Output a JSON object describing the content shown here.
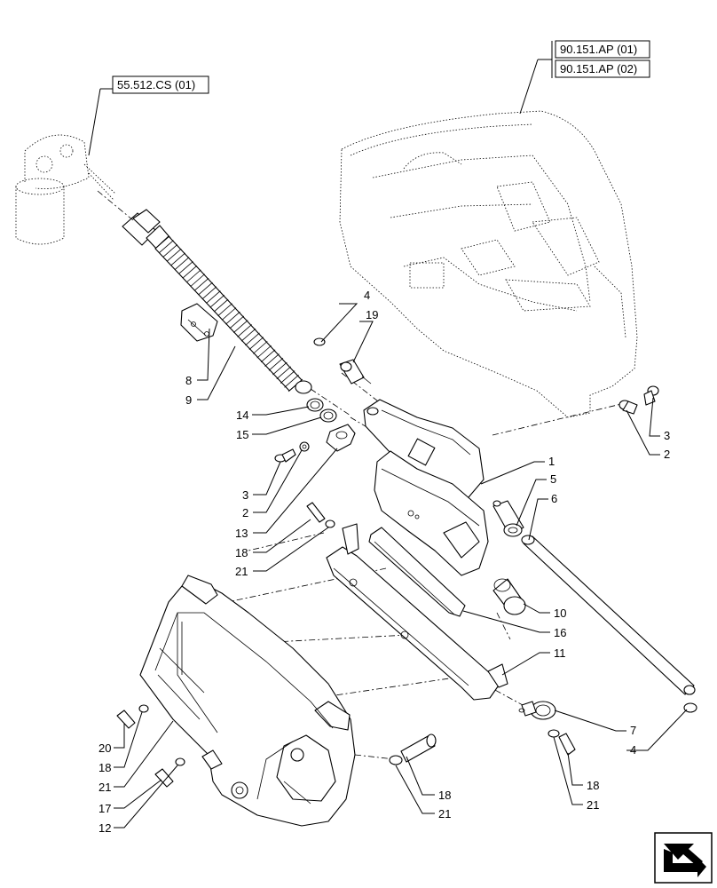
{
  "references": [
    {
      "id": "ref-55512",
      "text": "55.512.CS (01)"
    },
    {
      "id": "ref-90151-1",
      "text": "90.151.AP (01)"
    },
    {
      "id": "ref-90151-2",
      "text": "90.151.AP (02)"
    }
  ],
  "callouts": [
    {
      "key": "c4a",
      "text": "4"
    },
    {
      "key": "c19",
      "text": "19"
    },
    {
      "key": "c8",
      "text": "8"
    },
    {
      "key": "c9",
      "text": "9"
    },
    {
      "key": "c14",
      "text": "14"
    },
    {
      "key": "c15",
      "text": "15"
    },
    {
      "key": "c3a",
      "text": "3"
    },
    {
      "key": "c2a",
      "text": "2"
    },
    {
      "key": "c13",
      "text": "13"
    },
    {
      "key": "c18a",
      "text": "18"
    },
    {
      "key": "c21a",
      "text": "21"
    },
    {
      "key": "c1",
      "text": "1"
    },
    {
      "key": "c5",
      "text": "5"
    },
    {
      "key": "c6",
      "text": "6"
    },
    {
      "key": "c3b",
      "text": "3"
    },
    {
      "key": "c2b",
      "text": "2"
    },
    {
      "key": "c10",
      "text": "10"
    },
    {
      "key": "c16",
      "text": "16"
    },
    {
      "key": "c11",
      "text": "11"
    },
    {
      "key": "c7",
      "text": "7"
    },
    {
      "key": "c4b",
      "text": "4"
    },
    {
      "key": "c18b",
      "text": "18"
    },
    {
      "key": "c21b",
      "text": "21"
    },
    {
      "key": "c20",
      "text": "20"
    },
    {
      "key": "c18c",
      "text": "18"
    },
    {
      "key": "c21c",
      "text": "21"
    },
    {
      "key": "c17",
      "text": "17"
    },
    {
      "key": "c12",
      "text": "12"
    },
    {
      "key": "c18d",
      "text": "18"
    },
    {
      "key": "c21d",
      "text": "21"
    }
  ],
  "icons": {
    "nav": "next-page-arrow-icon"
  }
}
